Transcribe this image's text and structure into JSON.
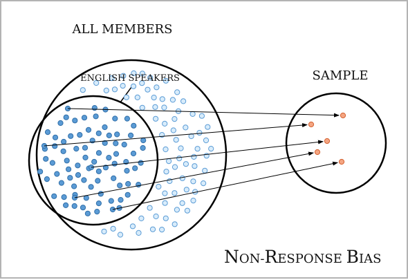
{
  "labels": {
    "all_members": "ALL MEMBERS",
    "english_speakers": "ENGLISH SPEAKERS",
    "sample": "SAMPLE",
    "title_caps": [
      "N",
      "R",
      "B"
    ],
    "title_rest": [
      "ON-",
      "ESPONSE ",
      "IAS"
    ]
  },
  "colors": {
    "frame_border": "#b3b3b3",
    "circle_stroke": "#000000",
    "member_dot_fill": "#d8ecfb",
    "member_dot_stroke": "#5a9bd5",
    "english_dot_fill": "#5b9bd5",
    "english_dot_stroke": "#2f6ea8",
    "sample_dot_fill": "#f4a582",
    "sample_dot_stroke": "#d35f2e",
    "arrow": "#000000"
  },
  "counts": {
    "sample_points": 5
  }
}
